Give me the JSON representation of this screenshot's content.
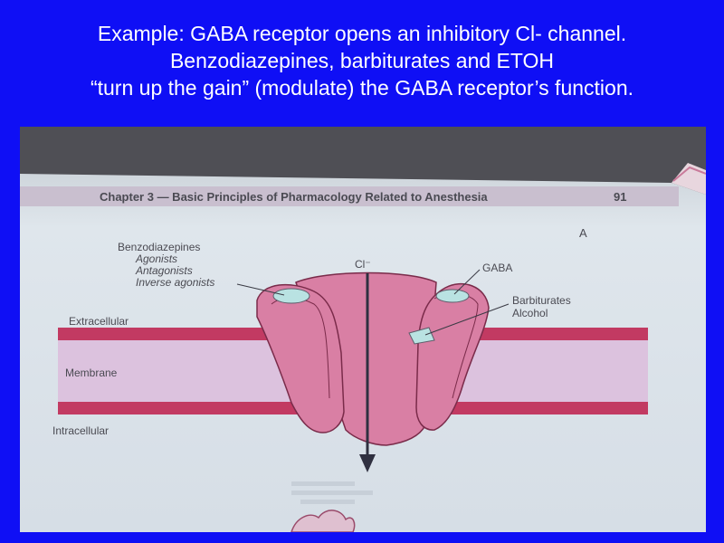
{
  "slide": {
    "title_lines": [
      "Example: GABA receptor opens an inhibitory Cl- channel.",
      "Benzodiazepines, barbiturates and ETOH",
      "“turn up the gain” (modulate) the GABA receptor’s function."
    ]
  },
  "figure": {
    "chapter_header": "Chapter 3 — Basic Principles of Pharmacology Related to Anesthesia",
    "page_number": "91",
    "panel_letter": "A",
    "labels": {
      "benzodiazepines": "Benzodiazepines",
      "agonists": "Agonists",
      "antagonists": "Antagonists",
      "inverse_agonists": "Inverse agonists",
      "chloride": "Cl⁻",
      "gaba": "GABA",
      "barbiturates": "Barbiturates",
      "alcohol": "Alcohol",
      "extracellular": "Extracellular",
      "membrane": "Membrane",
      "intracellular": "Intracellular"
    },
    "colors": {
      "slide_background": "#0f0ff5",
      "membrane_band": "#c23a62",
      "membrane_core": "#dcc2de",
      "receptor": "#d97fa4",
      "binding_site": "#b9e2e2",
      "page": "#dfe8ee"
    }
  }
}
